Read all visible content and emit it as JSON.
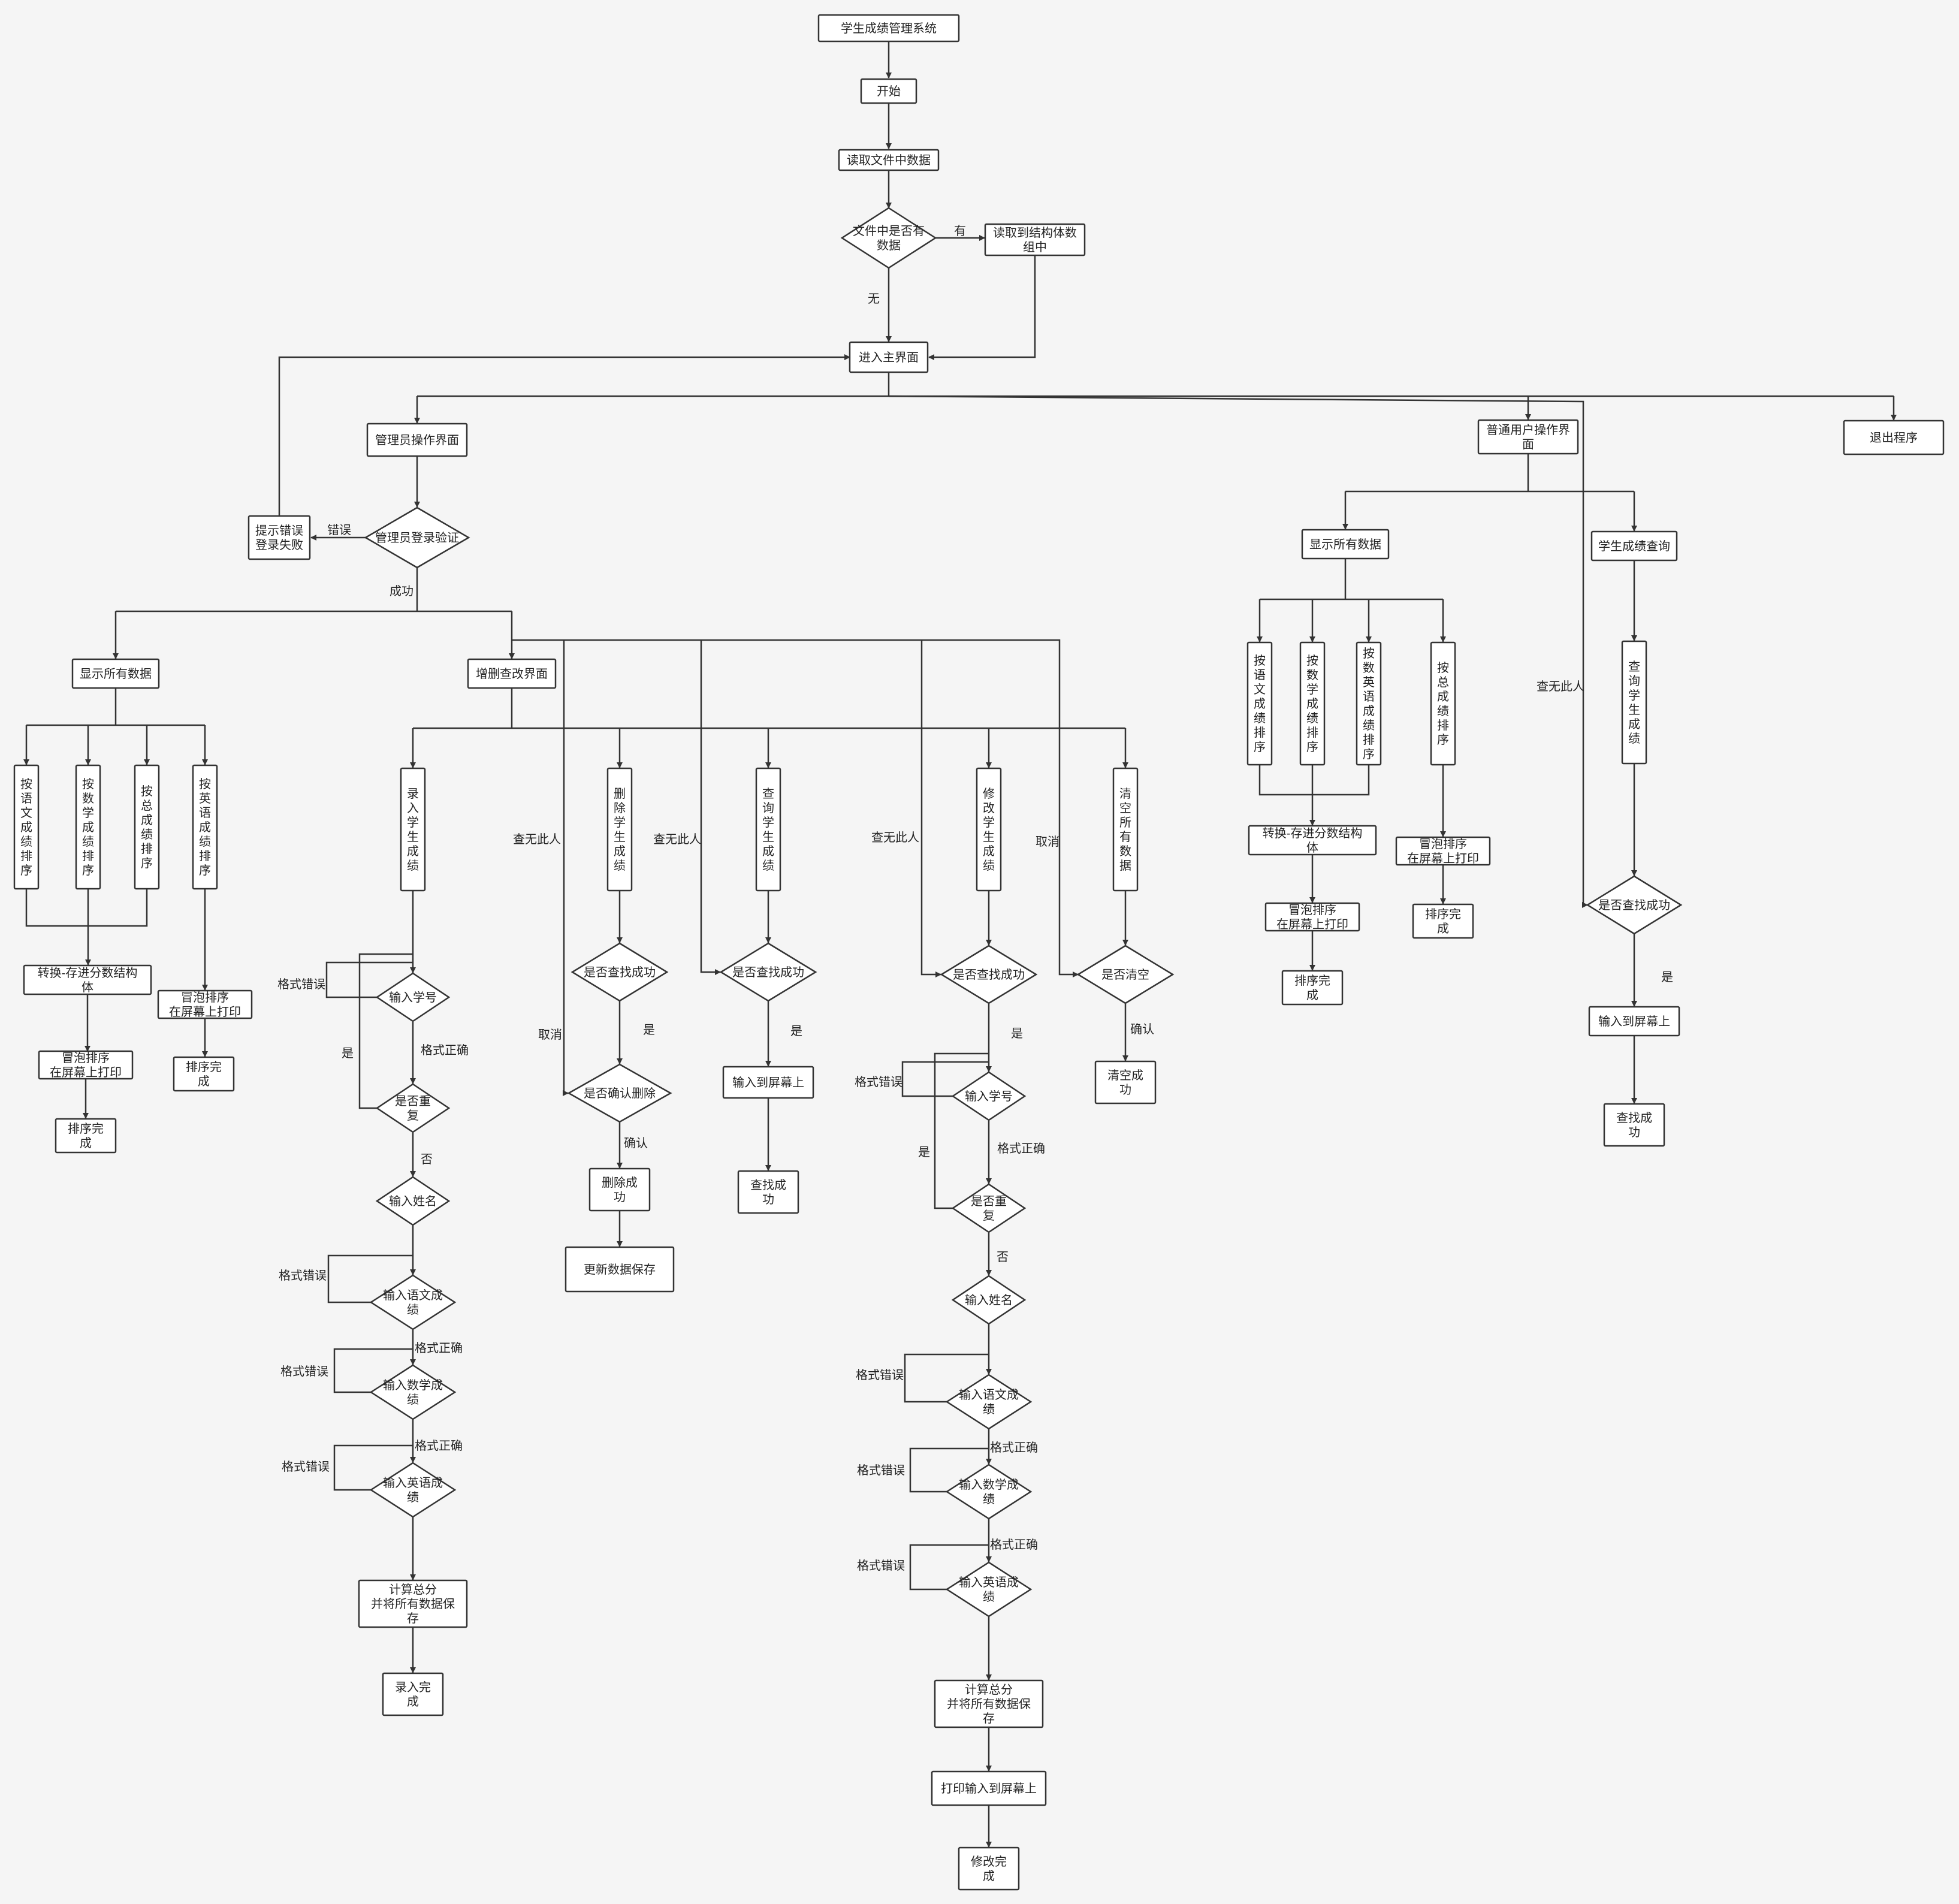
{
  "nodes": {
    "title": [
      "学生成绩管理系统"
    ],
    "start": [
      "开始"
    ],
    "read_file": [
      "读取文件中数据"
    ],
    "has_data": [
      "文件中是否有",
      "数据"
    ],
    "read_struct": [
      "读取到结构体数",
      "组中"
    ],
    "main": [
      "进入主界面"
    ],
    "admin_ui": [
      "管理员操作界面"
    ],
    "user_ui": [
      "普通用户操作界",
      "面"
    ],
    "exit": [
      "退出程序"
    ],
    "login_fail": [
      "提示错误",
      "登录失败"
    ],
    "admin_login": [
      "管理员登录验证"
    ],
    "a_show_all": [
      "显示所有数据"
    ],
    "crud_ui": [
      "增删查改界面"
    ],
    "a_sort_cn": [
      "按",
      "语",
      "文",
      "成",
      "绩",
      "排",
      "序"
    ],
    "a_sort_math": [
      "按",
      "数",
      "学",
      "成",
      "绩",
      "排",
      "序"
    ],
    "a_sort_total": [
      "按",
      "总",
      "成",
      "绩",
      "排",
      "序"
    ],
    "a_sort_en": [
      "按",
      "英",
      "语",
      "成",
      "绩",
      "排",
      "序"
    ],
    "a_convert": [
      "转换-存进分数结构",
      "体"
    ],
    "a_bubble1": [
      "冒泡排序",
      "在屏幕上打印"
    ],
    "a_done1": [
      "排序完",
      "成"
    ],
    "a_bubble2": [
      "冒泡排序",
      "在屏幕上打印"
    ],
    "a_done2": [
      "排序完",
      "成"
    ],
    "enter": [
      "录",
      "入",
      "学",
      "生",
      "成",
      "绩"
    ],
    "del": [
      "删",
      "除",
      "学",
      "生",
      "成",
      "绩"
    ],
    "query": [
      "查",
      "询",
      "学",
      "生",
      "成",
      "绩"
    ],
    "modify": [
      "修",
      "改",
      "学",
      "生",
      "成",
      "绩"
    ],
    "clear": [
      "清",
      "空",
      "所",
      "有",
      "数",
      "据"
    ],
    "e_id": [
      "输入学号"
    ],
    "e_dup": [
      "是否重",
      "复"
    ],
    "e_name": [
      "输入姓名"
    ],
    "e_cn": [
      "输入语文成",
      "绩"
    ],
    "e_math": [
      "输入数学成",
      "绩"
    ],
    "e_en": [
      "输入英语成",
      "绩"
    ],
    "e_total": [
      "计算总分",
      "并将所有数据保",
      "存"
    ],
    "e_done": [
      "录入完",
      "成"
    ],
    "d_found": [
      "是否查找成功"
    ],
    "d_confirm": [
      "是否确认删除"
    ],
    "d_ok": [
      "删除成",
      "功"
    ],
    "d_save": [
      "更新数据保存"
    ],
    "q_found": [
      "是否查找成功"
    ],
    "q_print": [
      "输入到屏幕上"
    ],
    "q_ok": [
      "查找成",
      "功"
    ],
    "m_found": [
      "是否查找成功"
    ],
    "m_id": [
      "输入学号"
    ],
    "m_dup": [
      "是否重",
      "复"
    ],
    "m_name": [
      "输入姓名"
    ],
    "m_cn": [
      "输入语文成",
      "绩"
    ],
    "m_math": [
      "输入数学成",
      "绩"
    ],
    "m_en": [
      "输入英语成",
      "绩"
    ],
    "m_total": [
      "计算总分",
      "并将所有数据保",
      "存"
    ],
    "m_print": [
      "打印输入到屏幕上"
    ],
    "m_done": [
      "修改完",
      "成"
    ],
    "c_q": [
      "是否清空"
    ],
    "c_ok": [
      "清空成",
      "功"
    ],
    "u_show_all": [
      "显示所有数据"
    ],
    "u_query": [
      "学生成绩查询"
    ],
    "u_sort_cn": [
      "按",
      "语",
      "文",
      "成",
      "绩",
      "排",
      "序"
    ],
    "u_sort_math": [
      "按",
      "数",
      "学",
      "成",
      "绩",
      "排",
      "序"
    ],
    "u_sort_en": [
      "按",
      "数",
      "英",
      "语",
      "成",
      "绩",
      "排",
      "序"
    ],
    "u_sort_total": [
      "按",
      "总",
      "成",
      "绩",
      "排",
      "序"
    ],
    "u_convert": [
      "转换-存进分数结构",
      "体"
    ],
    "u_bubble1": [
      "冒泡排序",
      "在屏幕上打印"
    ],
    "u_done1": [
      "排序完",
      "成"
    ],
    "u_bubble2": [
      "冒泡排序",
      "在屏幕上打印"
    ],
    "u_done2": [
      "排序完",
      "成"
    ],
    "u_qstu": [
      "查",
      "询",
      "学",
      "生",
      "成",
      "绩"
    ],
    "u_found": [
      "是否查找成功"
    ],
    "u_print": [
      "输入到屏幕上"
    ],
    "u_ok": [
      "查找成",
      "功"
    ]
  },
  "edge_labels": {
    "l_you": "有",
    "l_wu": "无",
    "l_cuowu": "错误",
    "l_chenggong": "成功",
    "l_fmt_err_e1": "格式错误",
    "l_shi_e": "是",
    "l_fmt_ok_e1": "格式正确",
    "l_fou_e": "否",
    "l_fmt_err_e2": "格式错误",
    "l_fmt_ok_e2": "格式正确",
    "l_fmt_err_e3": "格式错误",
    "l_fmt_ok_e3": "格式正确",
    "l_fmt_err_e4": "格式错误",
    "l_chawu1": "查无此人",
    "l_quxiao1": "取消",
    "l_shi_d": "是",
    "l_queren_d": "确认",
    "l_chawu2": "查无此人",
    "l_shi_q": "是",
    "l_chawu3": "查无此人",
    "l_quxiao2": "取消",
    "l_shi_m": "是",
    "l_fmt_err_m1": "格式错误",
    "l_shi_m2": "是",
    "l_fmt_ok_m1": "格式正确",
    "l_fou_m": "否",
    "l_fmt_err_m2": "格式错误",
    "l_fmt_ok_m2": "格式正确",
    "l_fmt_err_m3": "格式错误",
    "l_fmt_ok_m3": "格式正确",
    "l_fmt_err_m4": "格式错误",
    "l_queren_c": "确认",
    "l_chawu4": "查无此人",
    "l_shi_u": "是"
  }
}
